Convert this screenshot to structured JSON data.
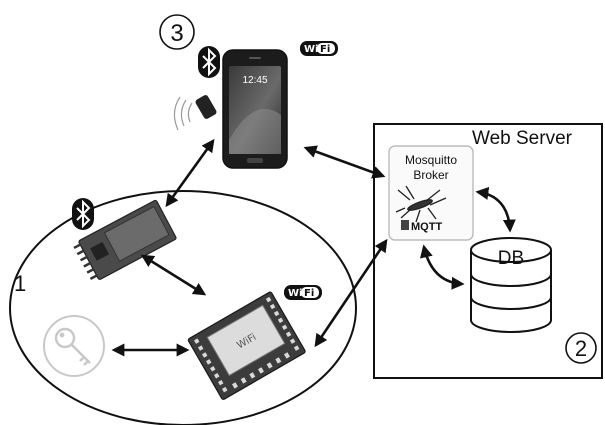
{
  "labels": {
    "phone_marker": "3",
    "ble_group_marker": "1",
    "server_marker": "2",
    "web_server": "Web Server",
    "broker_line1": "Mosquitto",
    "broker_line2": "Broker",
    "mqtt_logo": "MQTT",
    "database": "DB",
    "phone_time": "12:45",
    "wifi_wi": "Wi",
    "wifi_fi": "Fi",
    "module_wifi": "WiFi"
  },
  "colors": {
    "stroke": "#111111",
    "node_fill": "#f7f7f7",
    "device_dark": "#2b2b2b",
    "board_blue": "#4a4a4a",
    "muted": "#c8c8c8"
  }
}
